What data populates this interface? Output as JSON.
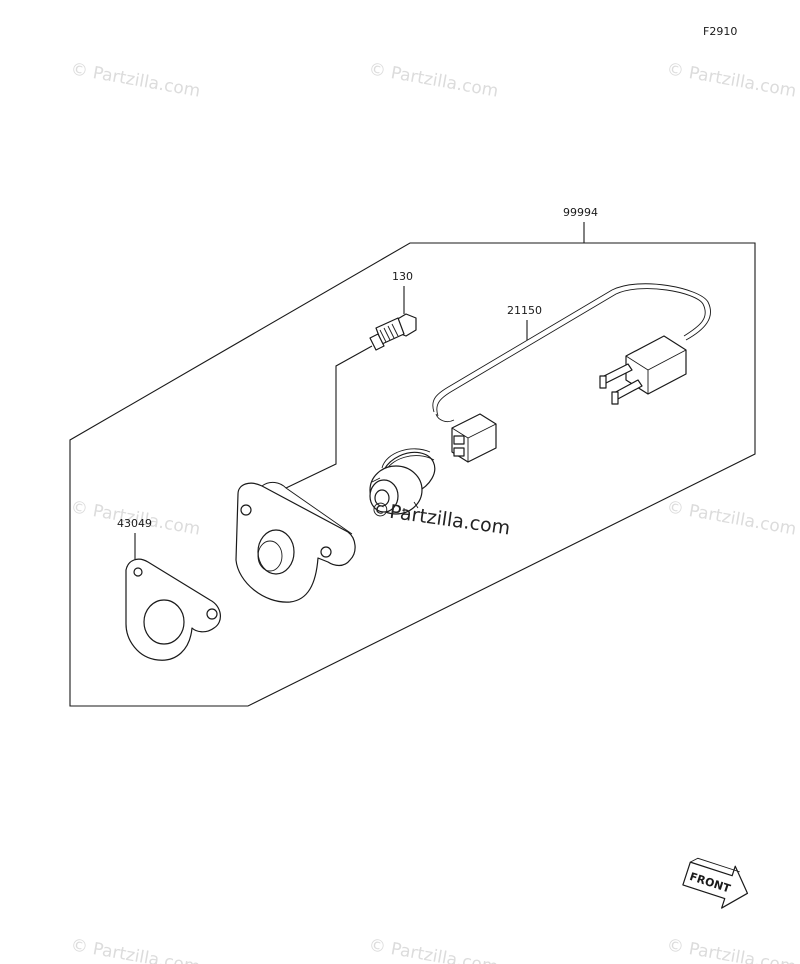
{
  "figure_code": "F2910",
  "watermark_text": "© Partzilla.com",
  "center_watermark": "©Partzilla.com",
  "front_label": "FRONT",
  "callouts": {
    "kit": "99994",
    "bolt": "130",
    "harness": "21150",
    "gasket": "43049"
  }
}
